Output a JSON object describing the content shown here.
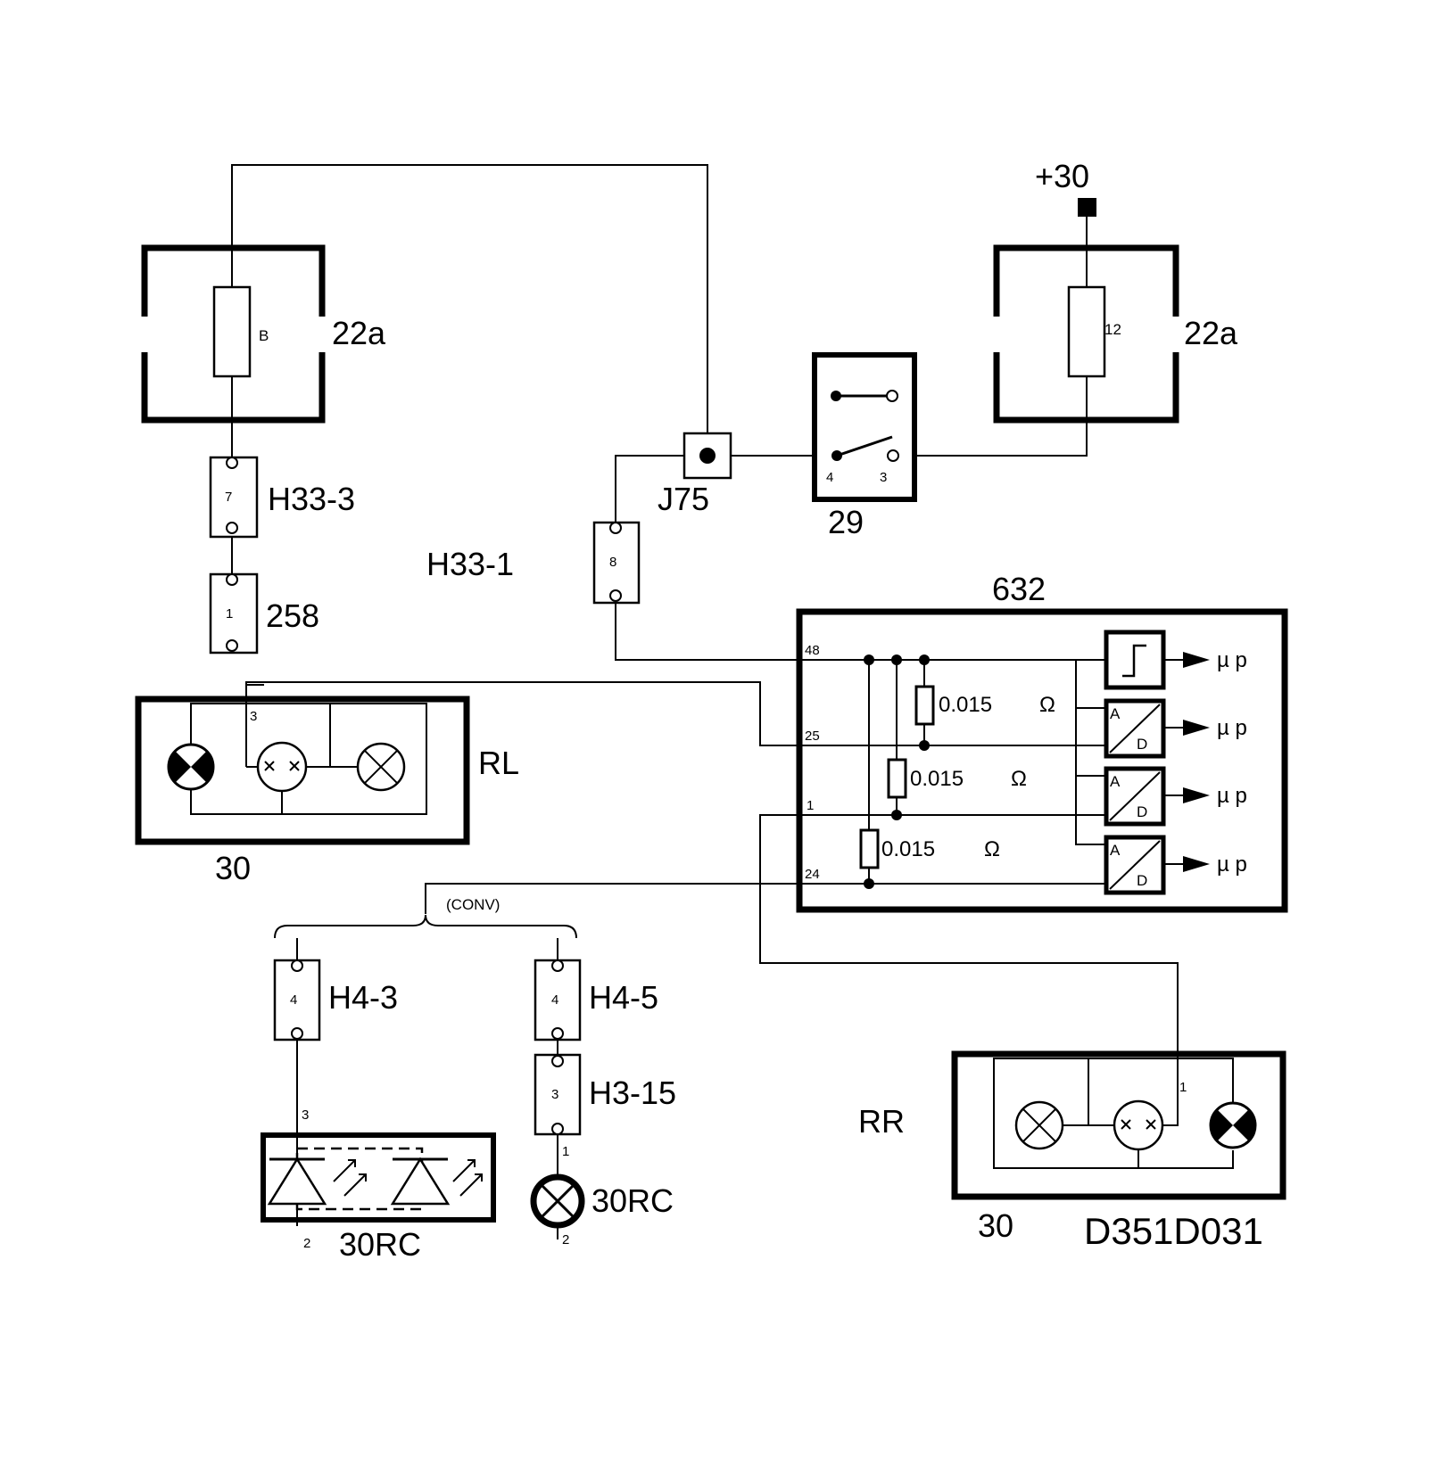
{
  "labels": {
    "fuse_box_left": "22a",
    "fuse_left_id": "B",
    "fuse_box_right": "22a",
    "fuse_right_id": "12",
    "supply": "+30",
    "conn_h33_3": "H33-3",
    "conn_h33_3_pin": "7",
    "conn_258": "258",
    "conn_258_pin": "1",
    "conn_h33_1": "H33-1",
    "conn_h33_1_pin": "8",
    "junction": "J75",
    "switch_29": "29",
    "switch_pin_4": "4",
    "switch_pin_3": "3",
    "module_632": "632",
    "module_pin_48": "48",
    "module_pin_25": "25",
    "module_pin_1": "1",
    "module_pin_24": "24",
    "shunt_1": "0.015",
    "shunt_2": "0.015",
    "shunt_3": "0.015",
    "ohm_1": "Ω",
    "ohm_2": "Ω",
    "ohm_3": "Ω",
    "ad_a": "A",
    "ad_d": "D",
    "out_1": "µ p",
    "out_2": "µ p",
    "out_3": "µ p",
    "out_4": "µ p",
    "lamp_rl": "RL",
    "lamp_rl_pin": "3",
    "lamp_rl_ground": "30",
    "lamp_rr": "RR",
    "lamp_rr_pin": "1",
    "lamp_rr_ground": "30",
    "conv": "(CONV)",
    "conn_h4_3": "H4-3",
    "conn_h4_3_pin": "4",
    "conn_h4_5": "H4-5",
    "conn_h4_5_pin": "4",
    "conn_h3_15": "H3-15",
    "conn_h3_15_pin": "3",
    "led_pin_3": "3",
    "led_pin_2": "2",
    "led_ground": "30RC",
    "bulb_pin_1": "1",
    "bulb_pin_2": "2",
    "bulb_ground": "30RC",
    "diagram_code": "D351D031"
  }
}
